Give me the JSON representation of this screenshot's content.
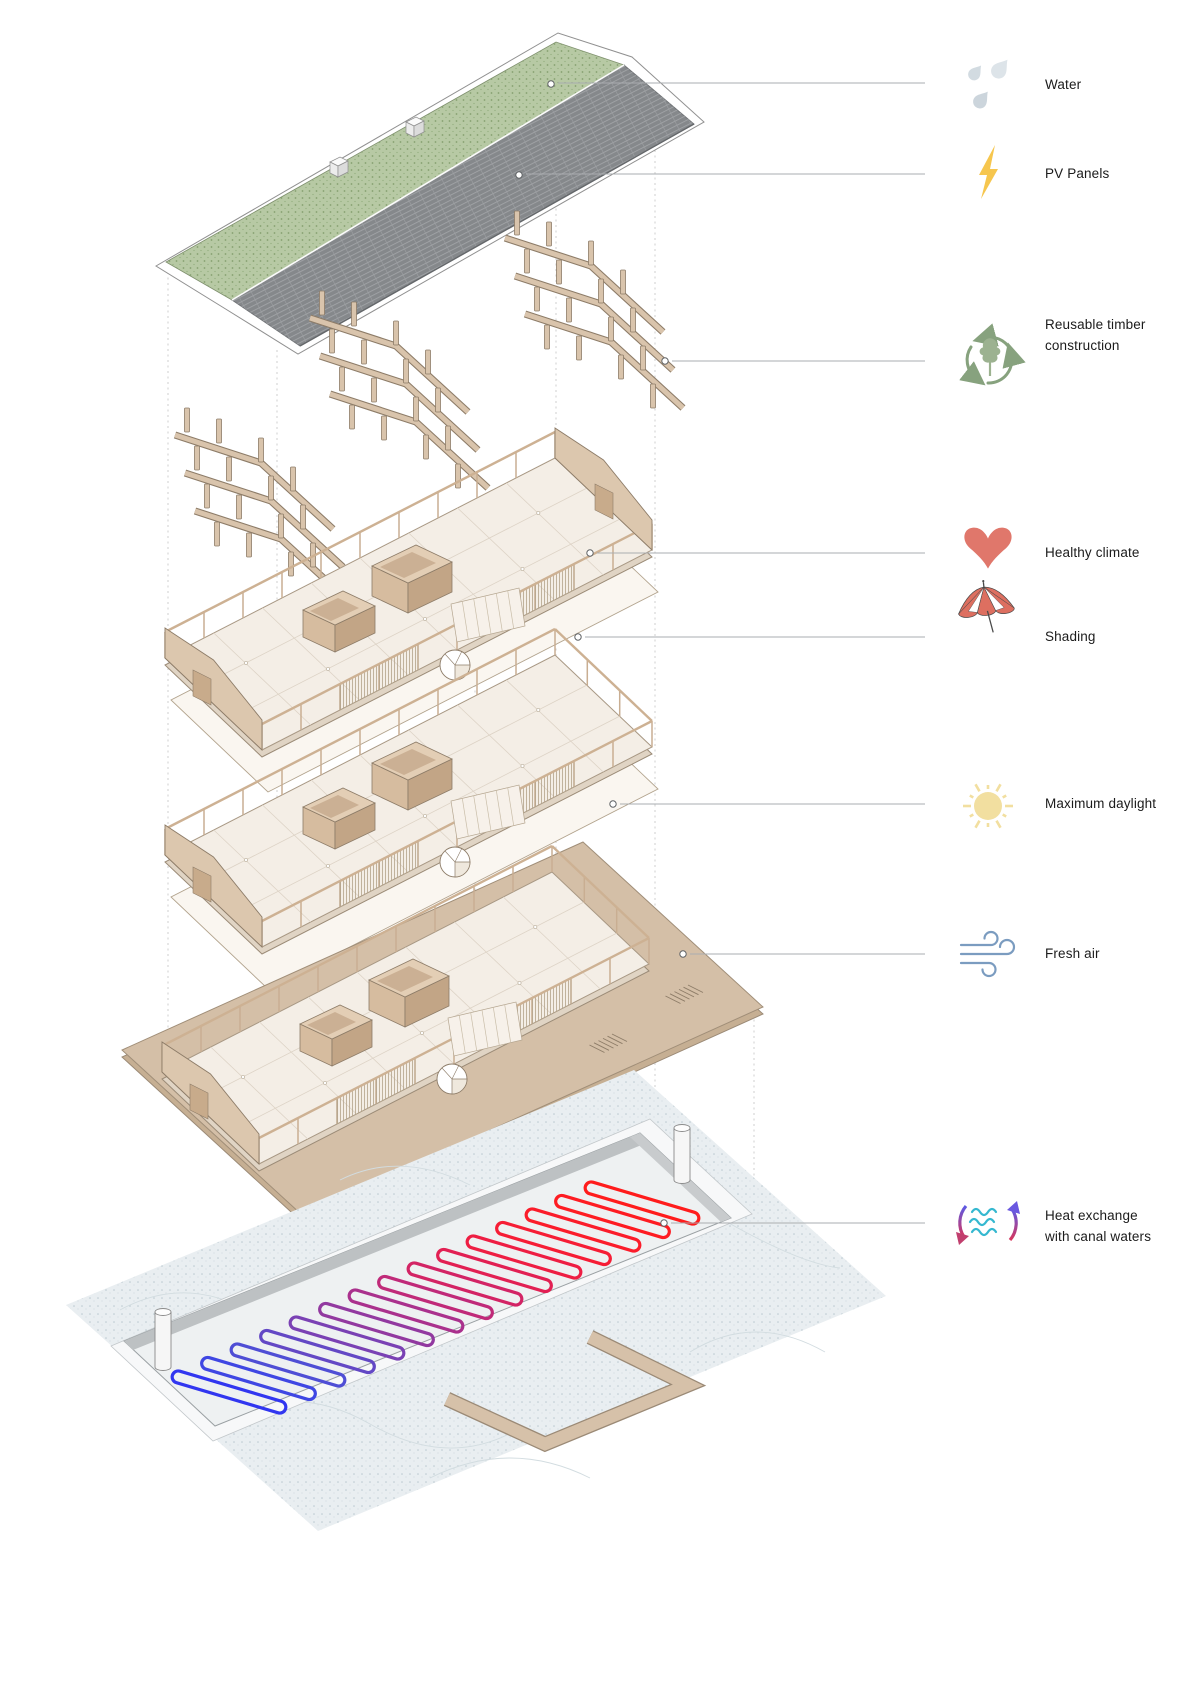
{
  "legend": {
    "items": [
      {
        "id": "water",
        "icon": "water-drops-icon",
        "label": "Water"
      },
      {
        "id": "pv-panels",
        "icon": "lightning-bolt-icon",
        "label": "PV Panels"
      },
      {
        "id": "timber",
        "icon": "recycling-tree-icon",
        "lines": [
          "Reusable timber",
          "construction"
        ]
      },
      {
        "id": "healthy-climate",
        "icon": "heart-icon",
        "label": "Healthy climate"
      },
      {
        "id": "shading",
        "icon": "beach-umbrella-icon",
        "label": "Shading"
      },
      {
        "id": "daylight",
        "icon": "sun-icon",
        "label": "Maximum daylight"
      },
      {
        "id": "fresh-air",
        "icon": "wind-icon",
        "label": "Fresh air"
      },
      {
        "id": "heat-exchange",
        "icon": "heat-exchange-icon",
        "lines": [
          "Heat exchange",
          "with canal waters"
        ]
      }
    ]
  },
  "colors": {
    "green_roof": "#b7c9a4",
    "pv_roof": "#85888b",
    "timber": "#d9c4ac",
    "floor_top": "#f4eee6",
    "deck": "#d4bfa7",
    "terrain": "#e9eef1",
    "droplet": "#dde4e9",
    "bolt": "#f6c64e",
    "recycle_green": "#87a27e",
    "heart": "#e0776b",
    "umbrella": "#dd6f60",
    "sun": "#f2dfa0",
    "wind": "#7b9cc0",
    "waves": "#35b8d0",
    "coil": [
      "#ff1c1c",
      "#fe1c22",
      "#fb1c2a",
      "#f61d35",
      "#ee1e43",
      "#e22053",
      "#d32465",
      "#c02a79",
      "#aa318d",
      "#9239a0",
      "#7a41b4",
      "#6348c5",
      "#4f4ed5",
      "#3f47e3",
      "#3136f0"
    ]
  }
}
